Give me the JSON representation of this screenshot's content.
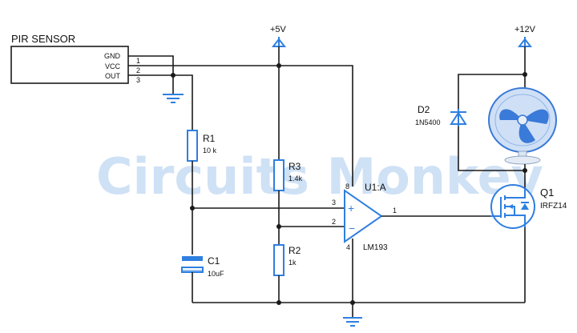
{
  "pir": {
    "title": "PIR SENSOR",
    "pins": [
      "GND",
      "VCC",
      "OUT"
    ],
    "pin_numbers": [
      "1",
      "2",
      "3"
    ]
  },
  "rails": {
    "v5": "+5V",
    "v12": "+12V"
  },
  "r1": {
    "ref": "R1",
    "value": "10 k"
  },
  "r2": {
    "ref": "R2",
    "value": "1k"
  },
  "r3": {
    "ref": "R3",
    "value": "1.4k"
  },
  "c1": {
    "ref": "C1",
    "value": "10uF"
  },
  "d2": {
    "ref": "D2",
    "value": "1N5400"
  },
  "q1": {
    "ref": "Q1",
    "value": "IRFZ14"
  },
  "u1": {
    "ref": "U1:A",
    "part": "LM193",
    "pin_plus": "3",
    "pin_minus": "2",
    "pin_out": "1",
    "pin_vcc": "8",
    "pin_gnd": "4"
  },
  "watermark": "Circuits Monkey",
  "colors": {
    "wire": "#1a1a1a",
    "symbol": "#2f7fe0",
    "fan": "#3a7ad8"
  }
}
